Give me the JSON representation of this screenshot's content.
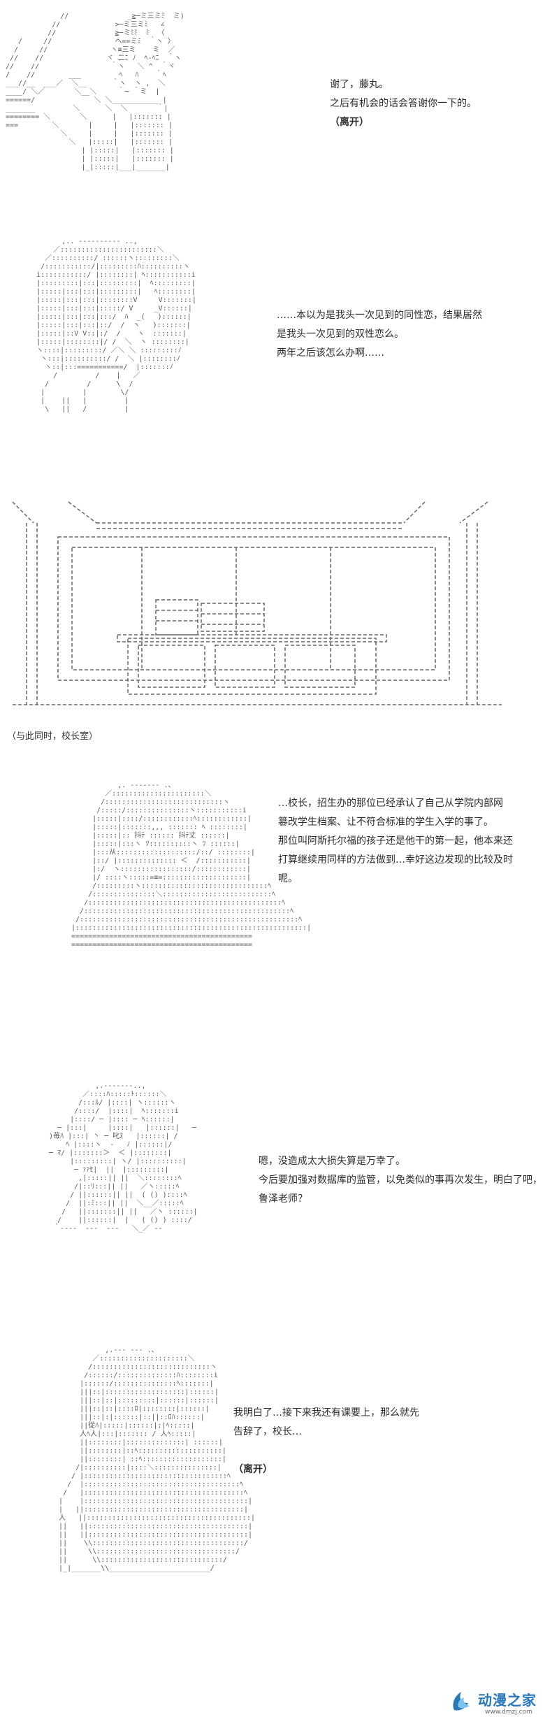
{
  "panels": [
    {
      "lines": [
        "谢了，藤丸。",
        "之后有机会的话会答谢你一下的。",
        "（离开）"
      ]
    },
    {
      "lines": [
        "……本以为是我头一次见到的同性恋，结果居然",
        "是我头一次见到的双性恋么。",
        "两年之后该怎么办啊……"
      ]
    },
    {
      "caption": "（与此同时，校长室）"
    },
    {
      "lines": [
        "…校长，招生办的那位已经承认了自己从学院内部网",
        "篡改学生档案、让不符合标准的学生入学的事了。",
        "那位叫阿斯托尔福的孩子还是他干的第一起，他本来还",
        "打算继续用同样的方法做到…幸好这边发现的比较及时",
        "呢。"
      ]
    },
    {
      "lines": [
        "嗯，没造成太大损失算是万幸了。",
        "今后要加强对数据库的监管，以免类似的事再次发生，明白了吧，",
        "鲁泽老师？"
      ]
    },
    {
      "lines": [
        "我明白了…接下来我还有课要上，那么就先",
        "告辞了，校长…",
        "（离开）"
      ]
    }
  ],
  "watermark": {
    "brand": "动漫之家",
    "url": "www.dmzj.com",
    "icon": "dmzj-logo-icon",
    "accent": "#2a78b8"
  }
}
